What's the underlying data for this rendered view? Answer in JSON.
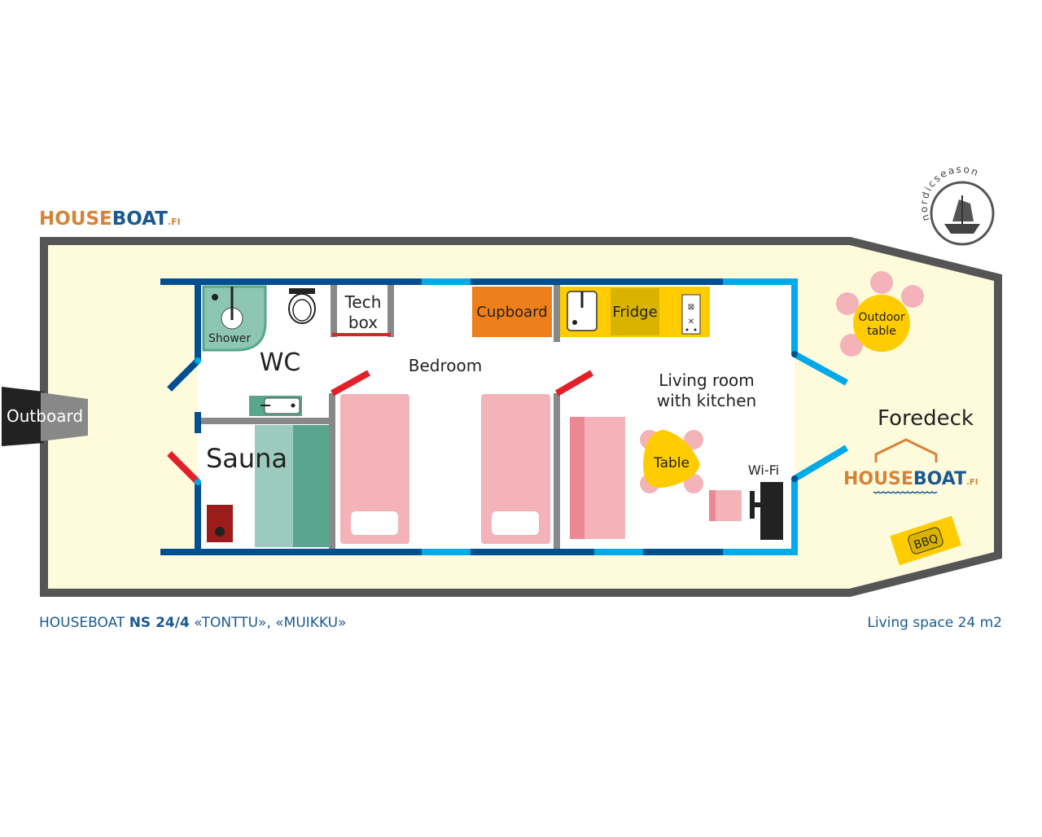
{
  "brand": {
    "house": "HOUSE",
    "boat": "BOAT",
    "fi": ".FI"
  },
  "partner_logo": "nordicseason",
  "rooms": {
    "shower": "Shower",
    "wc": "WC",
    "tech_line1": "Tech",
    "tech_line2": "box",
    "bedroom": "Bedroom",
    "sauna": "Sauna",
    "cupboard": "Cupboard",
    "fridge": "Fridge",
    "living_line1": "Living room",
    "living_line2": "with kitchen",
    "table": "Table",
    "wifi": "Wi-Fi",
    "outboard": "Outboard",
    "outdoor_line1": "Outdoor",
    "outdoor_line2": "table",
    "foredeck": "Foredeck",
    "bbq": "BBQ"
  },
  "footer": {
    "model_prefix": "HOUSEBOAT ",
    "model_code": "NS 24/4",
    "model_names": " «TONTTU», «MUIKKU»",
    "living_space": "Living space 24 m2"
  },
  "colors": {
    "deck": "#fefbdc",
    "hull": "#555555",
    "wall_dark": "#004f91",
    "wall_light": "#00a9e8",
    "door_red": "#e2202a",
    "brand_orange": "#d4843a",
    "brand_blue": "#1b5a8e",
    "bed_pink": "#f3b3b8",
    "kitchen_yellow": "#ffcc00",
    "cupboard_orange": "#ef7f1a"
  }
}
